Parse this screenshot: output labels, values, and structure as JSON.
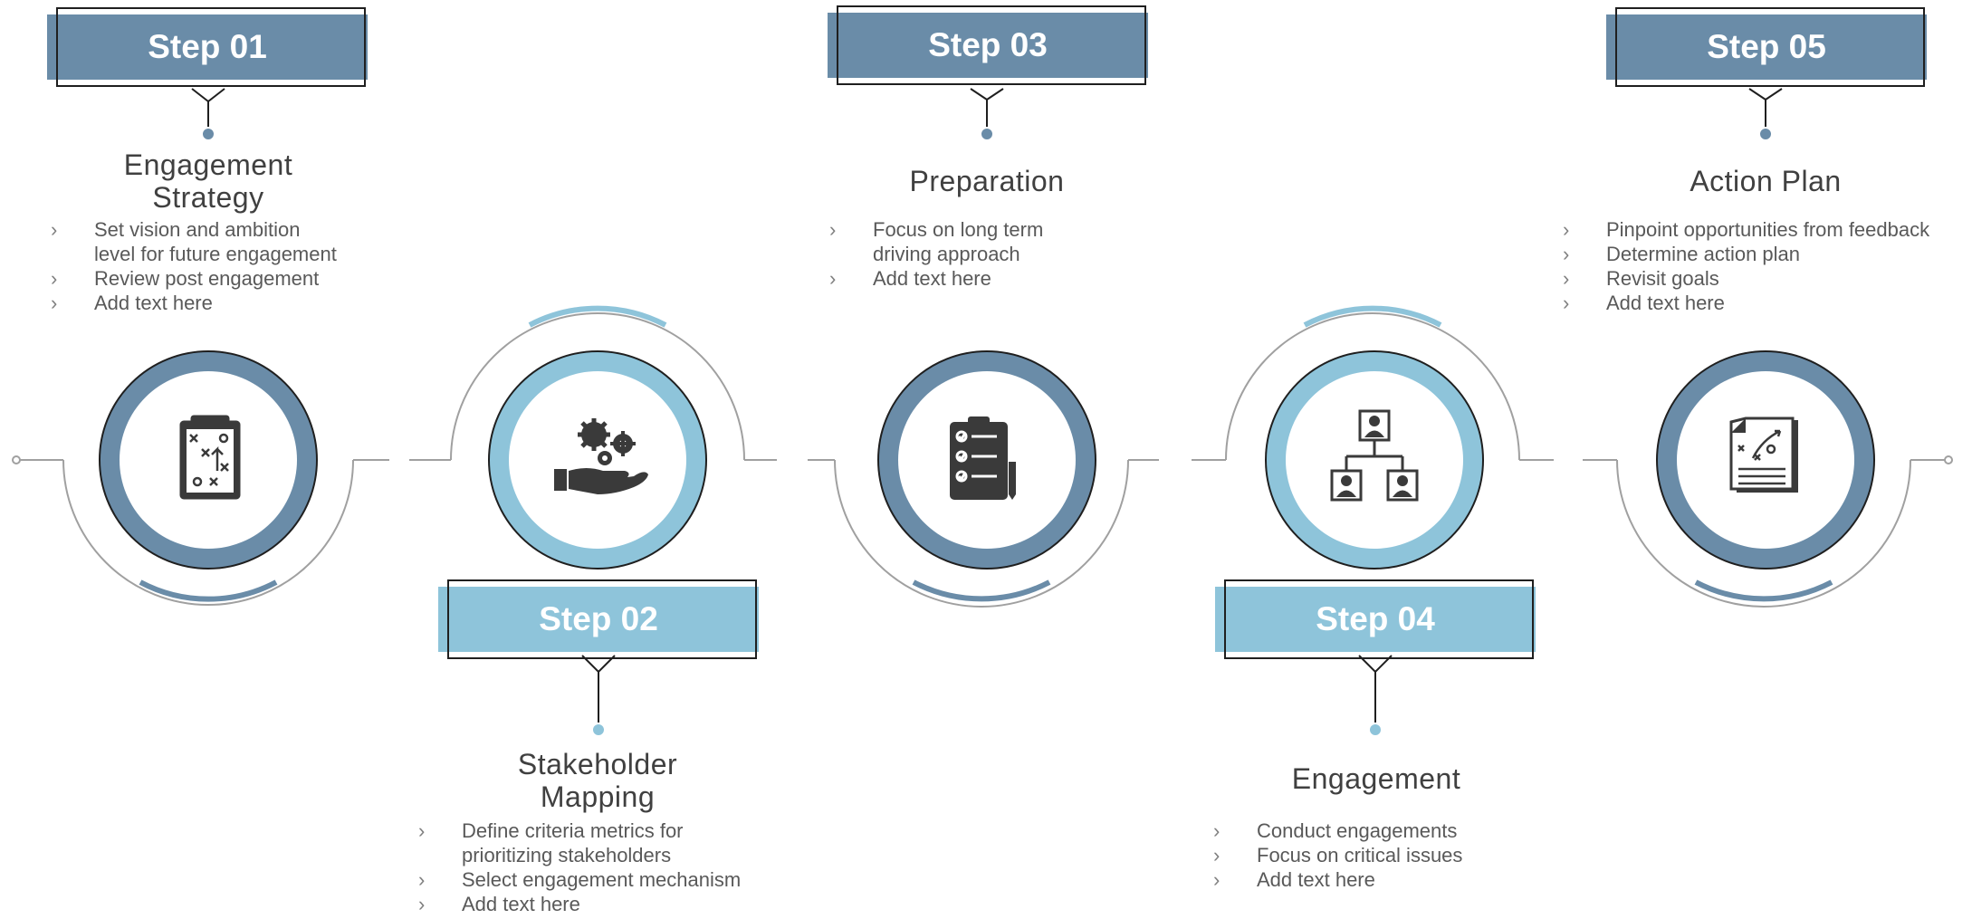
{
  "colors": {
    "dark_blue": "#6a8ca8",
    "light_blue": "#8ec4da",
    "line": "#a0a0a0",
    "outline": "#1f1f1f",
    "icon": "#3a3a3a"
  },
  "steps": [
    {
      "label": "Step 01",
      "title_line1": "Engagement",
      "title_line2": "Strategy",
      "bullets": [
        "Set vision and ambition",
        "level for future engagement",
        "Review post engagement",
        "Add text here"
      ],
      "bullet_starts": [
        true,
        false,
        true,
        true
      ],
      "icon": "strategy-board-icon",
      "color": "dark"
    },
    {
      "label": "Step 02",
      "title_line1": "Stakeholder",
      "title_line2": "Mapping",
      "bullets": [
        "Define criteria metrics for",
        "prioritizing stakeholders",
        "Select engagement mechanism",
        "Add text here"
      ],
      "bullet_starts": [
        true,
        false,
        true,
        true
      ],
      "icon": "gears-hand-icon",
      "color": "light"
    },
    {
      "label": "Step 03",
      "title_line1": "Preparation",
      "title_line2": "",
      "bullets": [
        "Focus on long term",
        "driving approach",
        "Add text here"
      ],
      "bullet_starts": [
        true,
        false,
        true
      ],
      "icon": "checklist-clipboard-icon",
      "color": "dark"
    },
    {
      "label": "Step 04",
      "title_line1": "Engagement",
      "title_line2": "",
      "bullets": [
        "Conduct engagements",
        "Focus on critical issues",
        "Add text here"
      ],
      "bullet_starts": [
        true,
        true,
        true
      ],
      "icon": "org-chart-icon",
      "color": "light"
    },
    {
      "label": "Step 05",
      "title_line1": "Action Plan",
      "title_line2": "",
      "bullets": [
        "Pinpoint opportunities from feedback",
        "Determine action plan",
        "Revisit goals",
        "Add text here"
      ],
      "bullet_starts": [
        true,
        true,
        true,
        true
      ],
      "icon": "action-plan-document-icon",
      "color": "dark"
    }
  ]
}
